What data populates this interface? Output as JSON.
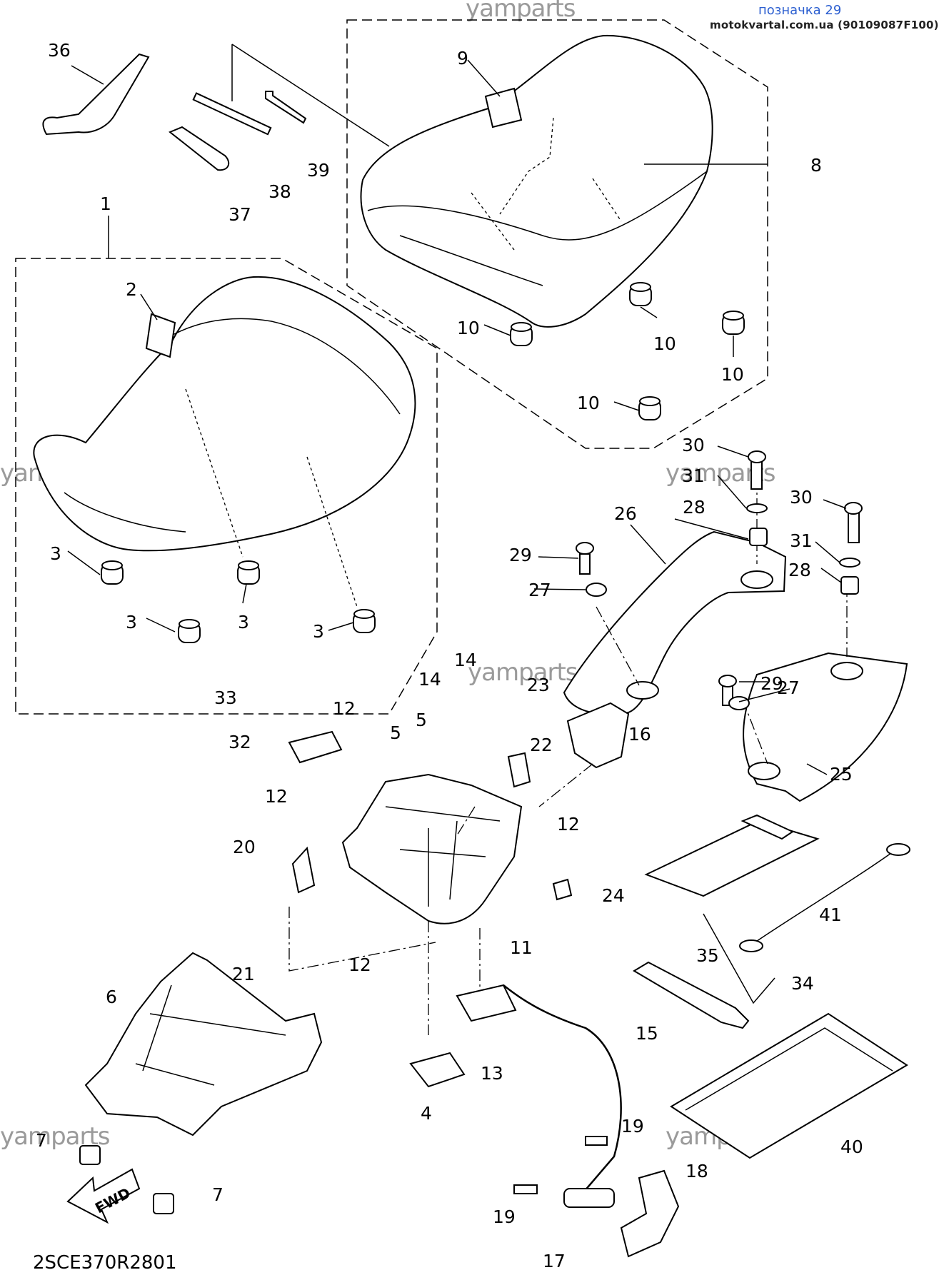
{
  "header": {
    "label": "позначка 29",
    "source": "motokvartal.com.ua (90109087F100)"
  },
  "watermark": "yamparts",
  "diagram_code": "2SCE370R2801",
  "fwd_label": "FWD",
  "callouts": {
    "c1": "1",
    "c2": "2",
    "c3a": "3",
    "c3b": "3",
    "c3c": "3",
    "c3d": "3",
    "c4": "4",
    "c5a": "5",
    "c5b": "5",
    "c6": "6",
    "c7a": "7",
    "c7b": "7",
    "c8": "8",
    "c9": "9",
    "c10a": "10",
    "c10b": "10",
    "c10c": "10",
    "c10d": "10",
    "c11": "11",
    "c12a": "12",
    "c12b": "12",
    "c12c": "12",
    "c12d": "12",
    "c13": "13",
    "c14a": "14",
    "c14b": "14",
    "c15": "15",
    "c16": "16",
    "c17": "17",
    "c18": "18",
    "c19a": "19",
    "c19b": "19",
    "c20": "20",
    "c21": "21",
    "c22": "22",
    "c23": "23",
    "c24": "24",
    "c25": "25",
    "c26": "26",
    "c27a": "27",
    "c27b": "27",
    "c28a": "28",
    "c28b": "28",
    "c29a": "29",
    "c29b": "29",
    "c30a": "30",
    "c30b": "30",
    "c31a": "31",
    "c31b": "31",
    "c32": "32",
    "c33": "33",
    "c34": "34",
    "c35": "35",
    "c36": "36",
    "c37": "37",
    "c38": "38",
    "c39": "39",
    "c40": "40",
    "c41": "41"
  }
}
